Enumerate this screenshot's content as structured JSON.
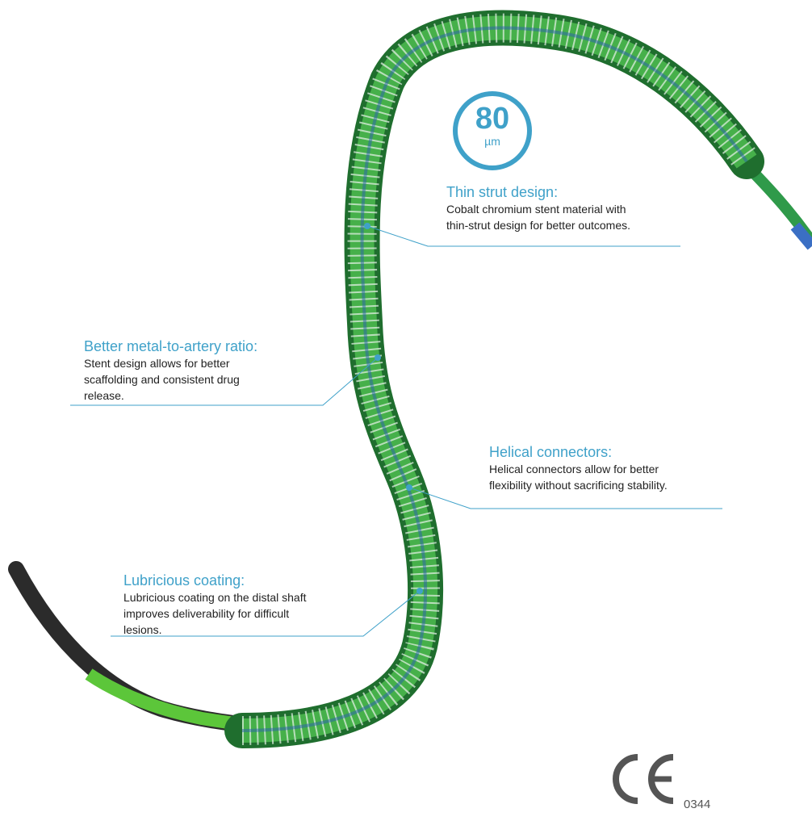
{
  "badge": {
    "value": "80",
    "unit": "µm"
  },
  "callouts": [
    {
      "title": "Thin strut design:",
      "lines": [
        "Cobalt chromium stent material with",
        "thin-strut design for better outcomes."
      ]
    },
    {
      "title": "Better metal-to-artery ratio:",
      "lines": [
        "Stent design allows for better",
        "scaffolding and consistent drug",
        "release."
      ]
    },
    {
      "title": "Helical connectors:",
      "lines": [
        "Helical connectors allow for better",
        "flexibility without sacrificing stability."
      ]
    },
    {
      "title": "Lubricious coating:",
      "lines": [
        "Lubricious coating on the distal shaft",
        "improves deliverability for difficult",
        "lesions."
      ]
    }
  ],
  "mark": {
    "logo": "CE",
    "number": "0344"
  },
  "colors": {
    "accent": "#3fa1c9",
    "stent": "#2f8a3a",
    "text": "#222222",
    "mark": "#555555"
  }
}
